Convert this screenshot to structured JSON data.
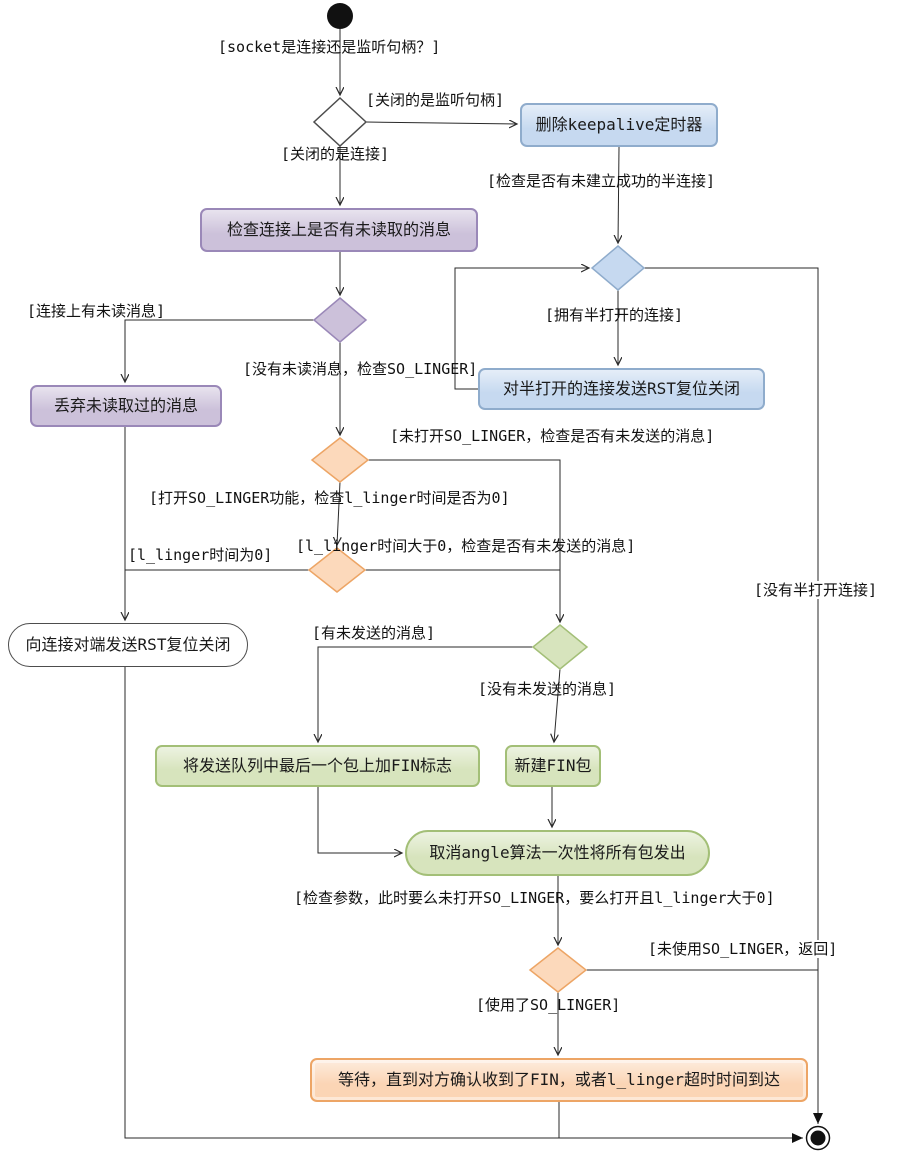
{
  "nodes": {
    "delete_keepalive_timer": "删除keepalive定时器",
    "check_unread_messages": "检查连接上是否有未读取的消息",
    "send_rst_half_open": "对半打开的连接发送RST复位关闭",
    "discard_unread_messages": "丢弃未读取过的消息",
    "send_rst_to_peer": "向连接对端发送RST复位关闭",
    "add_fin_flag_to_last_packet": "将发送队列中最后一个包上加FIN标志",
    "create_fin_packet": "新建FIN包",
    "cancel_nagle_send_all_packets": "取消angle算法一次性将所有包发出",
    "wait_fin_ack_or_linger_timeout": "等待，直到对方确认收到了FIN，或者l_linger超时时间到达"
  },
  "edge_labels": {
    "socket_type_question": "[socket是连接还是监听句柄？]",
    "closing_listening_handle": "[关闭的是监听句柄]",
    "closing_connection": "[关闭的是连接]",
    "check_half_open_connections": "[检查是否有未建立成功的半连接]",
    "has_half_open_connections": "[拥有半打开的连接]",
    "no_half_open_connections": "[没有半打开连接]",
    "has_unread_messages": "[连接上有未读消息]",
    "no_unread_check_so_linger": "[没有未读消息，检查SO_LINGER]",
    "so_linger_off_check_unsent": "[未打开SO_LINGER，检查是否有未发送的消息]",
    "so_linger_on_check_l_linger": "[打开SO_LINGER功能，检查l_linger时间是否为0]",
    "l_linger_is_zero": "[l_linger时间为0]",
    "l_linger_gt_zero_check_unsent": "[l_linger时间大于0，检查是否有未发送的消息]",
    "has_unsent_messages": "[有未发送的消息]",
    "no_unsent_messages": "[没有未发送的消息]",
    "check_params_note": "[检查参数，此时要么未打开SO_LINGER，要么打开且l_linger大于0]",
    "so_linger_unused_return": "[未使用SO_LINGER，返回]",
    "so_linger_used": "[使用了SO_LINGER]"
  },
  "colors": {
    "blue_fill": "#c6d9f0",
    "blue_border": "#8faccc",
    "purple_fill": "#ccc1da",
    "purple_border": "#9a88b8",
    "green_fill": "#d7e4bd",
    "green_border": "#a3bf77",
    "orange_fill": "#fbd5b5",
    "orange_border": "#eda565",
    "node_text": "#1a1a1a",
    "edge_line": "#2a2a2a",
    "terminator": "#111111"
  }
}
